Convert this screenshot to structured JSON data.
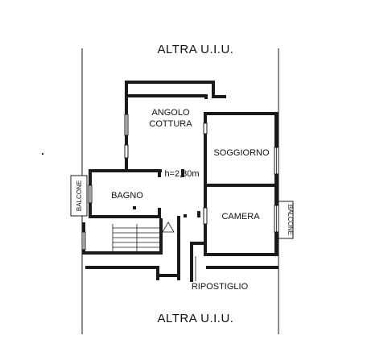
{
  "plan": {
    "top_label": "ALTRA U.I.U.",
    "bottom_label": "ALTRA U.I.U.",
    "rooms": {
      "angolo": "ANGOLO",
      "cottura": "COTTURA",
      "soggiorno": "SOGGIORNO",
      "bagno": "BAGNO",
      "camera": "CAMERA",
      "ripostiglio": "RIPOSTIGLIO"
    },
    "height": "h=2,80m",
    "balcone_left": "BALCONE",
    "balcone_right": "BALCONE"
  }
}
